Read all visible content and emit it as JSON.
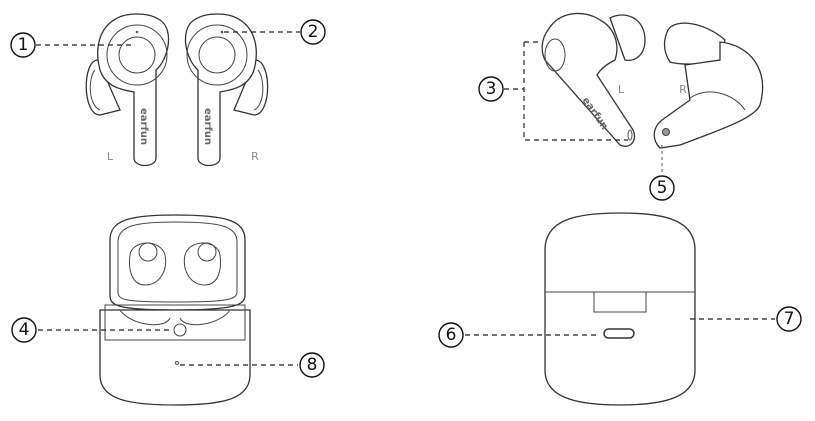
{
  "diagram": {
    "title": "Earbuds and charging case part diagram",
    "side_labels": {
      "left": "L",
      "right": "R"
    },
    "brand": "earfun",
    "callouts": [
      "1",
      "2",
      "3",
      "4",
      "5",
      "6",
      "7",
      "8"
    ]
  }
}
